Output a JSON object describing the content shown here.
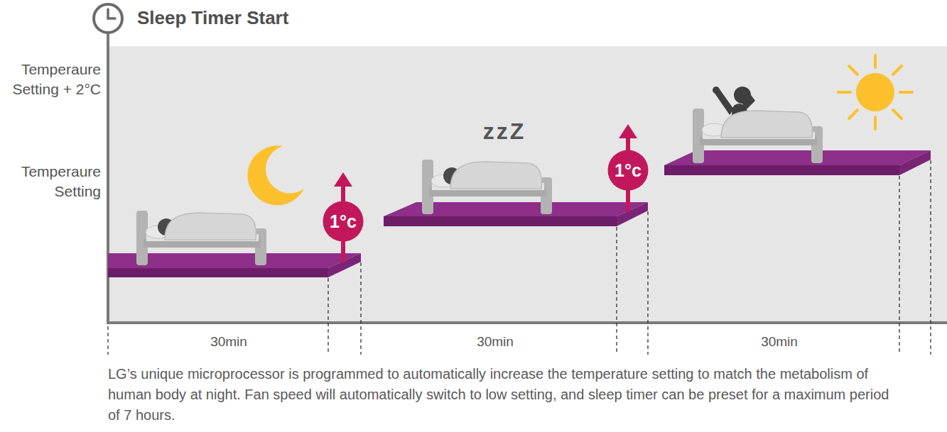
{
  "diagram": {
    "title": "Sleep Timer Start",
    "caption": "LG’s unique microprocessor is programmed to automatically increase the temperature setting to match the metabolism of human body at night. Fan speed will automatically switch to low setting, and sleep timer can be preset for a maximum period of 7 hours.",
    "nodes": [
      {
        "text": [
          "1°c"
        ]
      },
      {
        "text": [
          "1°c"
        ]
      }
    ],
    "labels": [
      "Temperaure Setting + 2°C",
      "Temperaure Setting",
      "zzZ",
      "30min",
      "30min",
      "30min"
    ]
  }
}
